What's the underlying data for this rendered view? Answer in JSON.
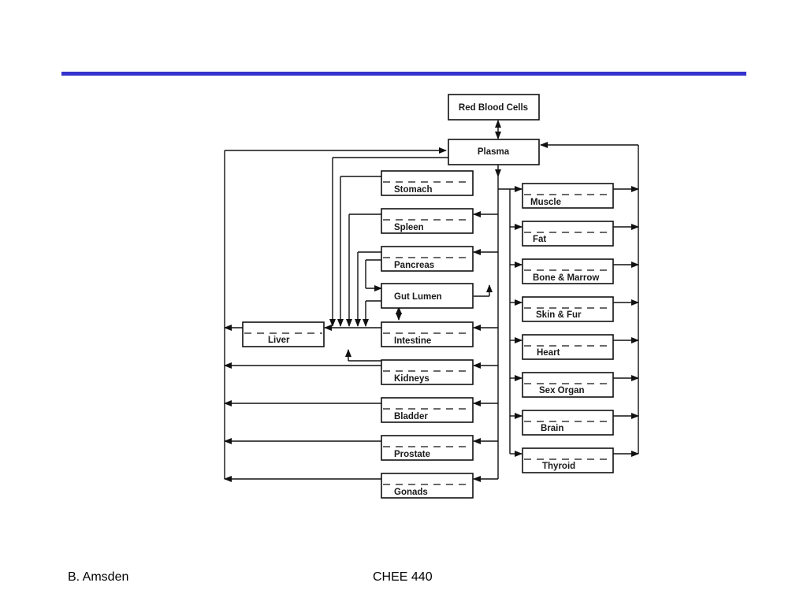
{
  "slide": {
    "accent_color": "#3333cc",
    "footer_left": "B. Amsden",
    "footer_center": "CHEE 440"
  },
  "diagram": {
    "top_nodes": {
      "rbc": "Red Blood Cells",
      "plasma": "Plasma"
    },
    "left_column": [
      "Stomach",
      "Spleen",
      "Pancreas",
      "Gut Lumen",
      "Intestine",
      "Kidneys",
      "Bladder",
      "Prostate",
      "Gonads"
    ],
    "liver": "Liver",
    "right_column": [
      "Muscle",
      "Fat",
      "Bone & Marrow",
      "Skin & Fur",
      "Heart",
      "Sex Organ",
      "Brain",
      "Thyroid"
    ]
  }
}
